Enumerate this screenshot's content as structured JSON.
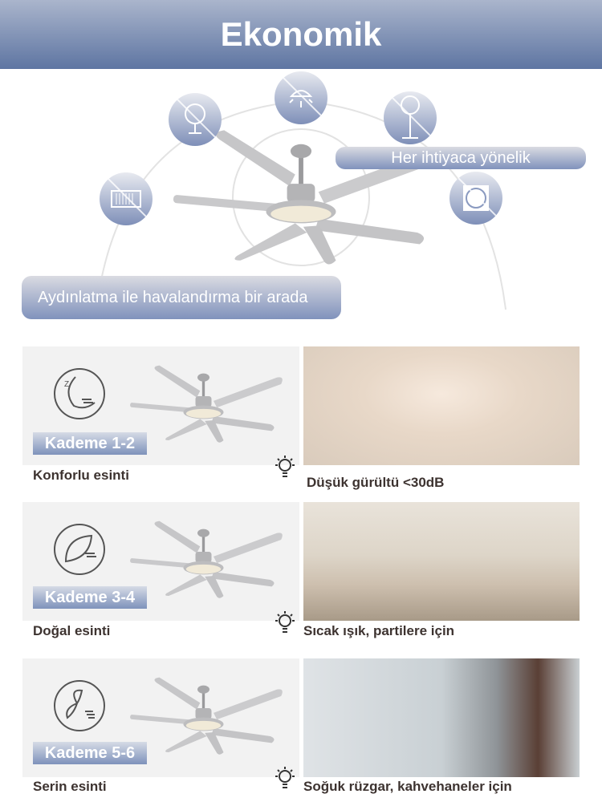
{
  "header": {
    "title": "Ekonomik"
  },
  "hero": {
    "tagline_right": "Her ihtiyaca yönelik",
    "tagline_left": "Aydınlatma ile havalandırma bir arada"
  },
  "rows": [
    {
      "badge": "Kademe 1-2",
      "mode_caption": "Konforlu esinti",
      "photo_caption": "Düşük gürültü  <30dB",
      "icon": "sleep-moon-icon"
    },
    {
      "badge": "Kademe 3-4",
      "mode_caption": "Doğal esinti",
      "photo_caption": "Sıcak ışık, partilere için",
      "icon": "leaf-wind-icon"
    },
    {
      "badge": "Kademe 5-6",
      "mode_caption": "Serin esinti",
      "photo_caption": "Soğuk rüzgar, kahvehaneler için",
      "icon": "fan-cool-icon"
    }
  ],
  "colors": {
    "header_top": "#aab5cc",
    "header_bottom": "#5e75a2",
    "caption": "#3d3330"
  }
}
